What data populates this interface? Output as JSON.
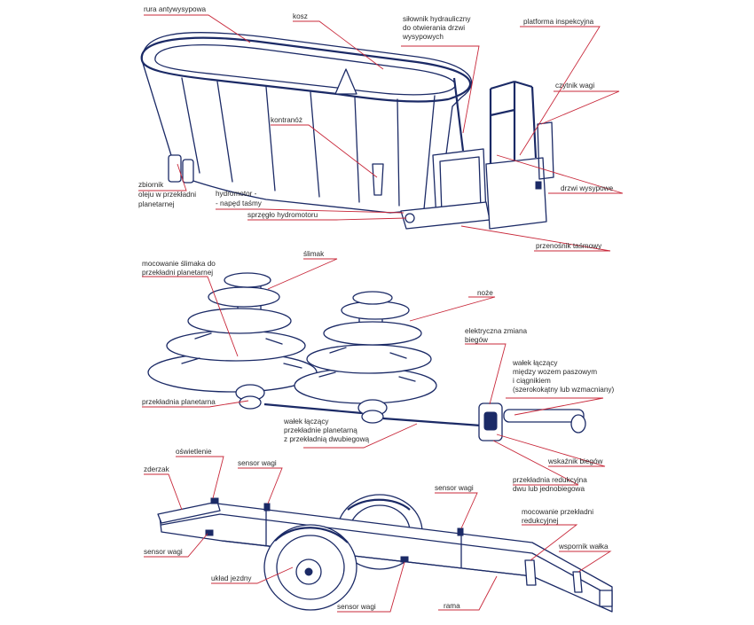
{
  "colors": {
    "ink": "#1b2a66",
    "leader": "#c8283a",
    "label": "#2a2a2a"
  },
  "mixer": {
    "rura_antywysypowa": "rura antywysypowa",
    "kosz": "kosz",
    "silownik": [
      "siłownik  hydrauliczny",
      "do otwierania drzwi",
      "wysypowych"
    ],
    "platforma_inspekcyjna": "platforma inspekcyjna",
    "czytnik_wagi": "czytnik wagi",
    "kontranoz": "kontranóż",
    "zbiornik_oleju": [
      "zbiornik",
      "oleju w przekładni",
      "planetarnej"
    ],
    "hydromotor": [
      "hydromotor -",
      "- napęd taśmy"
    ],
    "drzwi_wysypowe": "drzwi wysypowe",
    "sprzeglo": "sprzęgło hydromotoru",
    "przenosnik": "przenośnik taśmowy"
  },
  "augers": {
    "mocowanie_slimaka": [
      "mocowanie ślimaka do",
      "przekładni planetarnej"
    ],
    "slimak": "ślimak",
    "noze": "noże",
    "elektryczna_zmiana": [
      "elektryczna zmiana",
      "biegów"
    ],
    "walek_laczacy_ciagnik": [
      "wałek łączący",
      "między wozem paszowym",
      "i ciągnikiem",
      "(szerokokątny lub wzmacniany)"
    ],
    "przekladnia_planetarna": "przekładnia planetarna",
    "walek_laczacy_przekladnie": [
      "wałek łączący",
      "przekładnie planetarną",
      "z przekładnią dwubiegową"
    ],
    "wskaznik_biegow": "wskaźnik biegów",
    "przekladnia_redukcyjna": [
      "przekładnia redukcyjna",
      "dwu lub jednobiegowa"
    ]
  },
  "chassis": {
    "oswietlenie": "oświetlenie",
    "zderzak": "zderzak",
    "sensor_wagi_top": "sensor wagi",
    "sensor_wagi_right": "sensor wagi",
    "mocowanie_przekladni": [
      "mocowanie przekładni",
      "redukcyjnej"
    ],
    "sensor_wagi_left": "sensor wagi",
    "wspornik_walka": "wspornik wałka",
    "uklad_jezdny": "układ jezdny",
    "sensor_wagi_bottom": "sensor wagi",
    "rama": "rama"
  }
}
